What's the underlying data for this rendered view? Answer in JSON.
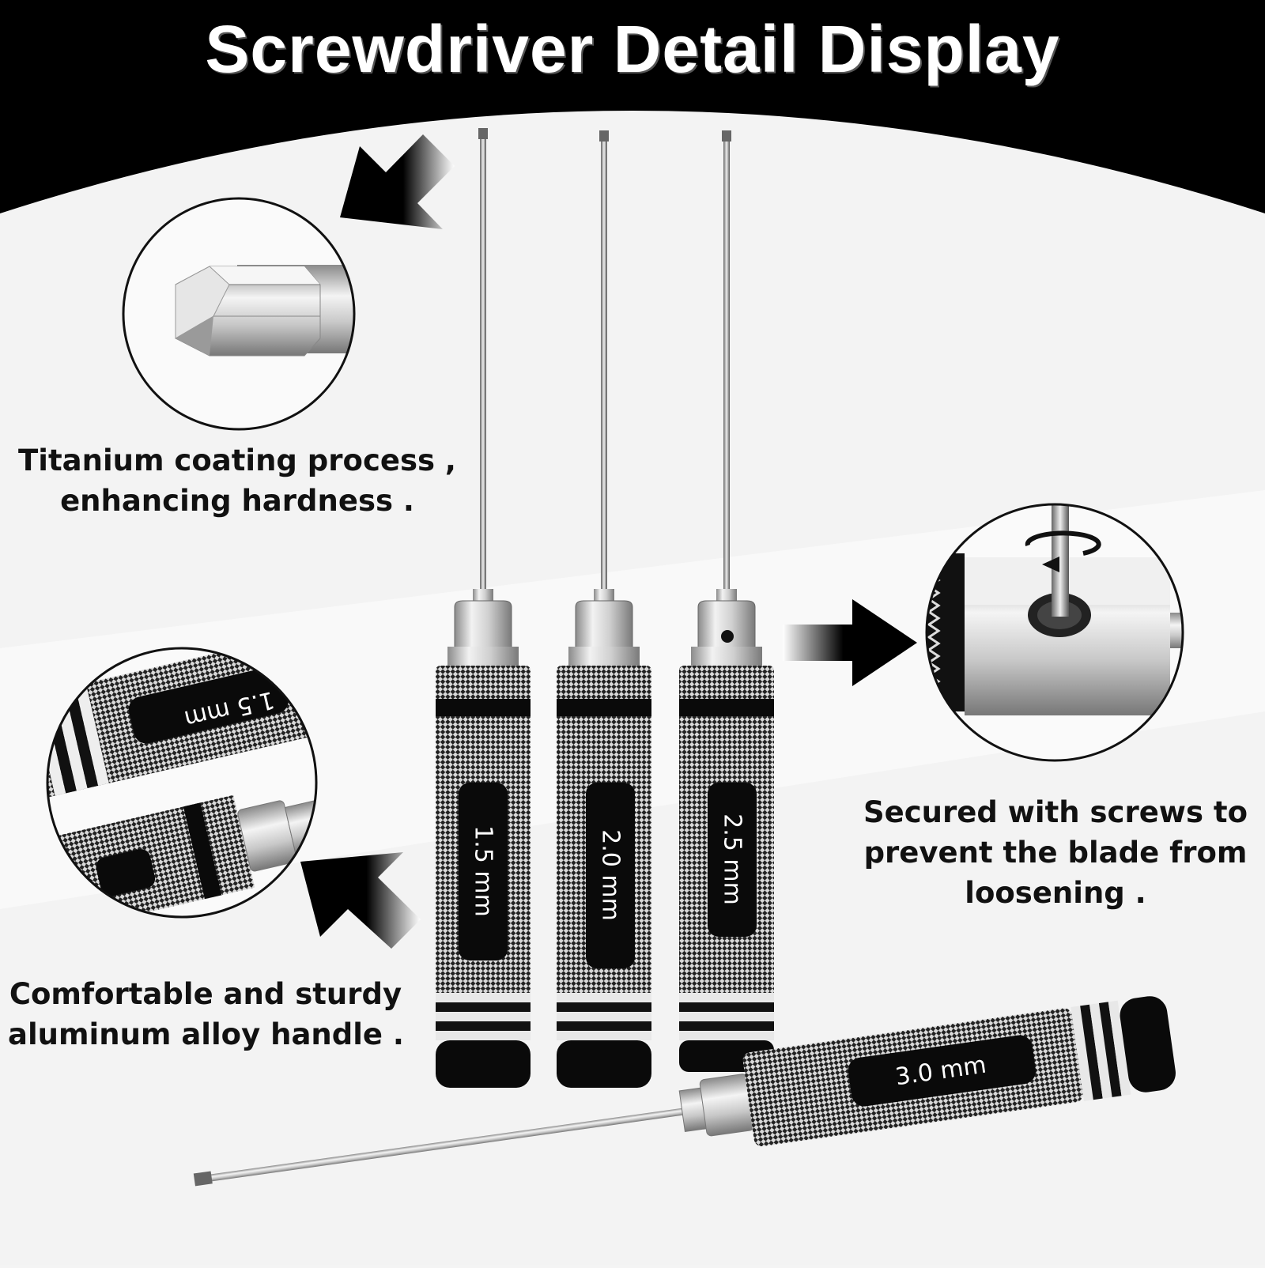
{
  "header": {
    "title": "Screwdriver Detail Display"
  },
  "features": [
    {
      "id": "coating",
      "line1": "Titanium coating process ,",
      "line2": " enhancing hardness ."
    },
    {
      "id": "handle",
      "line1": "Comfortable and sturdy",
      "line2": "aluminum alloy handle ."
    },
    {
      "id": "screws",
      "line1": "Secured with screws to",
      "line2": "prevent the blade from",
      "line3": "loosening ."
    }
  ],
  "screwdrivers": [
    {
      "size_label": "1.5 mm"
    },
    {
      "size_label": "2.0 mm"
    },
    {
      "size_label": "2.5 mm"
    },
    {
      "size_label": "3.0 mm"
    }
  ],
  "zoom_label": "1.5 mm",
  "colors": {
    "background": "#f4f4f4",
    "header": "#000000",
    "handle_dark": "#1a1a1a",
    "metal": "#c8c8c8"
  }
}
